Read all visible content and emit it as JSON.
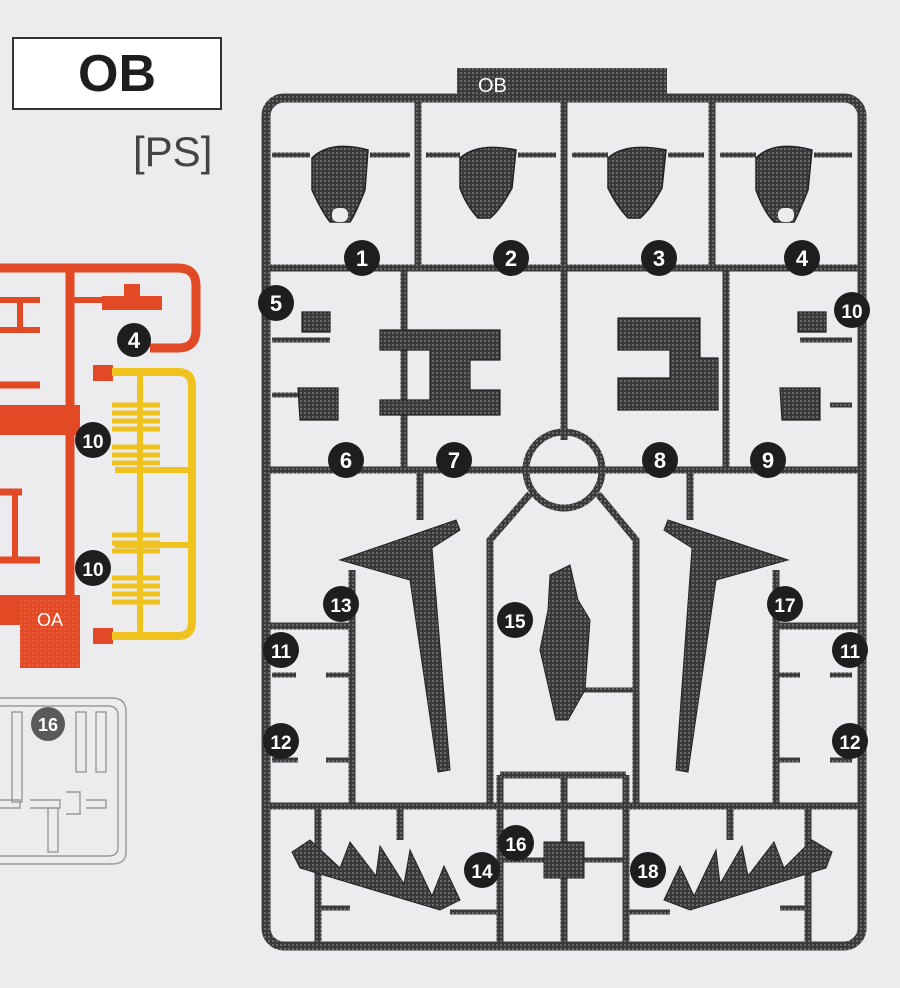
{
  "header": {
    "runner_code": "OB",
    "material": "[PS]"
  },
  "runner_ob": {
    "tag": "OB",
    "part_numbers": [
      "1",
      "2",
      "3",
      "4",
      "5",
      "6",
      "7",
      "8",
      "9",
      "10",
      "11",
      "11",
      "12",
      "12",
      "13",
      "14",
      "15",
      "16",
      "17",
      "18"
    ]
  },
  "runner_oa": {
    "tag": "OA",
    "part_numbers": [
      "4",
      "10",
      "10"
    ]
  },
  "runner_faded": {
    "part_numbers": [
      "16"
    ]
  },
  "colors": {
    "background": "#ecebed",
    "runner_dark": "#2b2b2b",
    "runner_red": "#e24a26",
    "runner_yellow": "#f0c21d",
    "runner_faded": "#9a9a9a"
  }
}
